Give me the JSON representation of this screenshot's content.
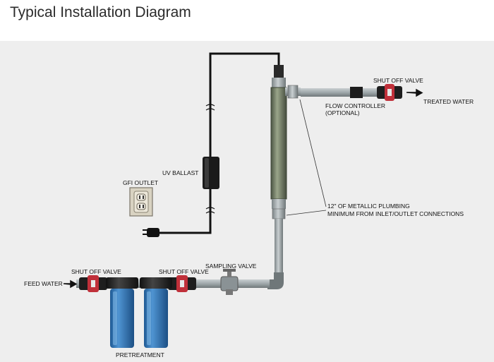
{
  "title": "Typical Installation Diagram",
  "labels": {
    "shutoff_top": "SHUT OFF VALVE",
    "treated_water": "TREATED WATER",
    "flow_controller_1": "FLOW CONTROLLER",
    "flow_controller_2": "(OPTIONAL)",
    "uv_ballast": "UV BALLAST",
    "gfi_outlet": "GFI OUTLET",
    "plumbing_1": "12\" OF METALLIC PLUMBING",
    "plumbing_2": "MINIMUM FROM INLET/OUTLET CONNECTIONS",
    "sampling_valve": "SAMPLING VALVE",
    "shutoff_left": "SHUT OFF VALVE",
    "shutoff_mid": "SHUT OFF VALVE",
    "feed_water": "FEED WATER",
    "pretreatment": "PRETREATMENT"
  },
  "colors": {
    "pipe": "#9aa3a6",
    "valve": "#c0303a",
    "filter_blue": "#2d6fb0",
    "ballast": "#1a1a1a",
    "uv_chamber": "#6f7a62"
  }
}
